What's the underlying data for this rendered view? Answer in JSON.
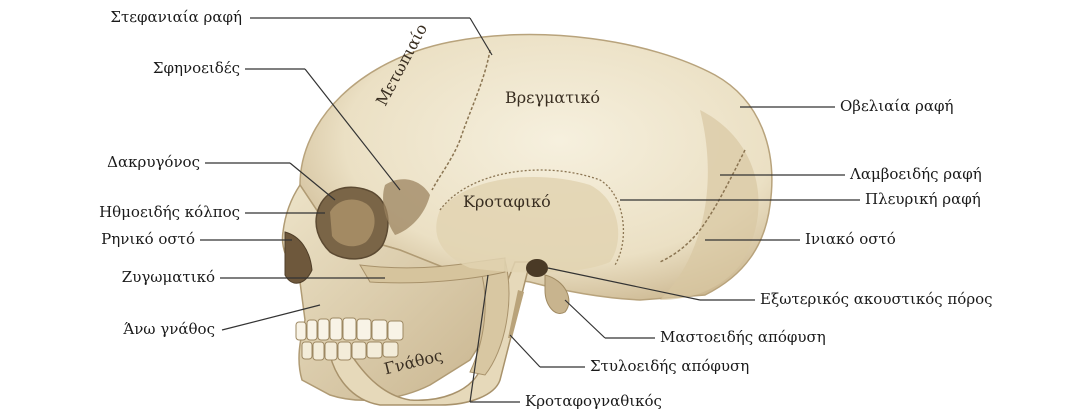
{
  "labels_left": {
    "coronal_suture": "Στεφανιαία ραφή",
    "sphenoid": "Σφηνοειδές",
    "lacrimal": "Δακρυγόνος",
    "ethmoid_sinus": "Ηθμοειδής κόλπος",
    "nasal_bone": "Ρηνικό οστό",
    "zygomatic": "Ζυγωματικό",
    "maxilla": "Άνω γνάθος"
  },
  "labels_right": {
    "sagittal_suture": "Οβελιαία ραφή",
    "lambdoid_suture": "Λαμβοειδής ραφή",
    "squamous_suture": "Πλευρική ραφή",
    "occipital": "Ινιακό οστό",
    "ext_acoustic": "Εξωτερικός ακουστικός πόρος",
    "mastoid": "Μαστοειδής απόφυση",
    "styloid": "Στυλοειδής απόφυση",
    "tmj": "Κροταφογναθικός"
  },
  "bones": {
    "frontal": "Μετωπιαίο",
    "parietal": "Βρεγματικό",
    "temporal": "Κροταφικό",
    "mandible": "Γνάθος"
  },
  "colors": {
    "bone_fill": "#efe6cf",
    "bone_shadow": "#c9b796",
    "leader_line": "#333333"
  }
}
